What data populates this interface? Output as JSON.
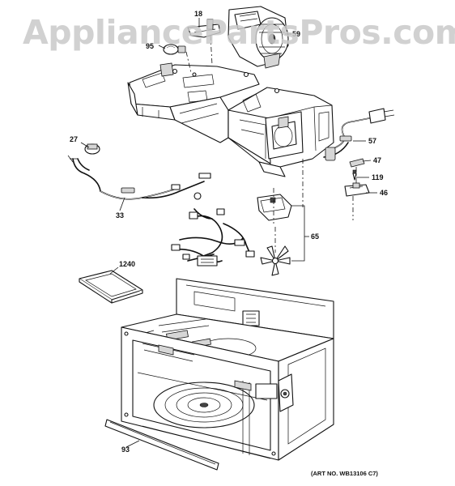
{
  "watermark": "AppliancePartsPros.com",
  "art_number": "(ART NO. WB13106 C7)",
  "callouts": [
    {
      "id": "c18",
      "label": "18"
    },
    {
      "id": "c95",
      "label": "95"
    },
    {
      "id": "c59",
      "label": "59"
    },
    {
      "id": "c27",
      "label": "27"
    },
    {
      "id": "c57",
      "label": "57"
    },
    {
      "id": "c47",
      "label": "47"
    },
    {
      "id": "c119",
      "label": "119"
    },
    {
      "id": "c46",
      "label": "46"
    },
    {
      "id": "c33",
      "label": "33"
    },
    {
      "id": "c65",
      "label": "65"
    },
    {
      "id": "c1240",
      "label": "1240"
    },
    {
      "id": "c93",
      "label": "93"
    }
  ]
}
